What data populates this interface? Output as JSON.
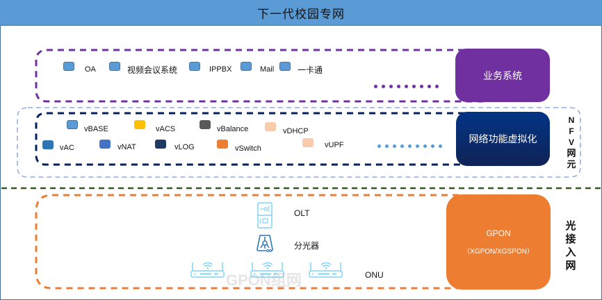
{
  "title": "下一代校园专网",
  "business_layer": {
    "box_label": "业务系统",
    "box_color": "#7030a0",
    "border_color": "#7030a0",
    "items": [
      {
        "label": "OA",
        "color": "#5b9bd5"
      },
      {
        "label": "视频会议系统",
        "color": "#5b9bd5"
      },
      {
        "label": "IPPBX",
        "color": "#5b9bd5"
      },
      {
        "label": "Mail",
        "color": "#5b9bd5"
      },
      {
        "label": "一卡通",
        "color": "#5b9bd5"
      }
    ]
  },
  "nfv_layer": {
    "box_label": "网络功能虚拟化",
    "box_color": "#002d80",
    "side_label": [
      "N",
      "F",
      "V",
      "网",
      "元"
    ],
    "items": [
      {
        "label": "vBASE",
        "color": "#5b9bd5"
      },
      {
        "label": "vACS",
        "color": "#ffc000"
      },
      {
        "label": "vBalance",
        "color": "#595959"
      },
      {
        "label": "vDHCP",
        "color": "#f8cbad"
      },
      {
        "label": "vAC",
        "color": "#2e75b6"
      },
      {
        "label": "vNAT",
        "color": "#4472c4"
      },
      {
        "label": "vLOG",
        "color": "#203864"
      },
      {
        "label": "vSwitch",
        "color": "#ed7d31"
      },
      {
        "label": "vUPF",
        "color": "#f8cbad"
      }
    ]
  },
  "access_layer": {
    "box_title": "GPON",
    "box_subtitle": "（XGPON/XGSPON）",
    "box_color": "#ed7d31",
    "side_label": [
      "光",
      "接",
      "入",
      "网"
    ],
    "devices": [
      {
        "label": "OLT",
        "icon": "olt-icon"
      },
      {
        "label": "分光器",
        "icon": "splitter-icon"
      },
      {
        "label": "ONU",
        "icon": "onu-router-icon"
      }
    ]
  },
  "watermark": "GPON组网"
}
